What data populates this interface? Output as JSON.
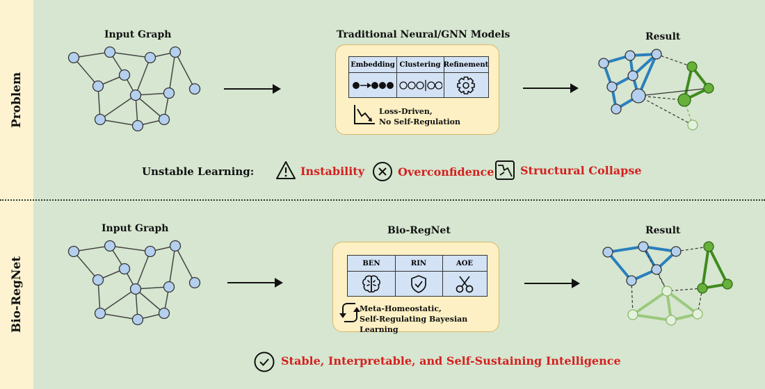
{
  "sections": {
    "problem": {
      "side_label": "Problem",
      "input_title": "Input Graph",
      "model_title": "Traditional Neural/GNN Models",
      "modules": [
        "Embedding",
        "Clustering",
        "Refinement"
      ],
      "note_line1": "Loss-Driven,",
      "note_line2": "No Self-Regulation",
      "result_title": "Result",
      "issues_label": "Unstable Learning:",
      "issues": [
        "Instability",
        "Overconfidence",
        "Structural Collapse"
      ]
    },
    "solution": {
      "side_label": "Bio-RegNet",
      "input_title": "Input Graph",
      "model_title": "Bio-RegNet",
      "modules": [
        "BEN",
        "RIN",
        "AOE"
      ],
      "note_line1": "Meta-Homeostatic,",
      "note_line2": "Self-Regulating Bayesian Learning",
      "result_title": "Result",
      "outcome": "Stable, Interpretable, and Self-Sustaining Intelligence"
    }
  },
  "colors": {
    "node_fill": "#b5cfee",
    "edge": "#444444",
    "blue_cluster": "#2a7fbd",
    "green_cluster": "#3f8a1f",
    "light_green": "#9bc97e",
    "issue_text": "#d42020"
  },
  "icons": {
    "instability": "warning-icon",
    "overconfidence": "x-circle-icon",
    "collapse": "collapse-chart-icon",
    "loss": "loss-curve-icon",
    "cycle": "cycle-arrows-icon",
    "success": "check-circle-icon",
    "ben": "brain-icon",
    "rin": "shield-check-icon",
    "aoe": "scissors-icon",
    "refinement": "gear-icon"
  }
}
